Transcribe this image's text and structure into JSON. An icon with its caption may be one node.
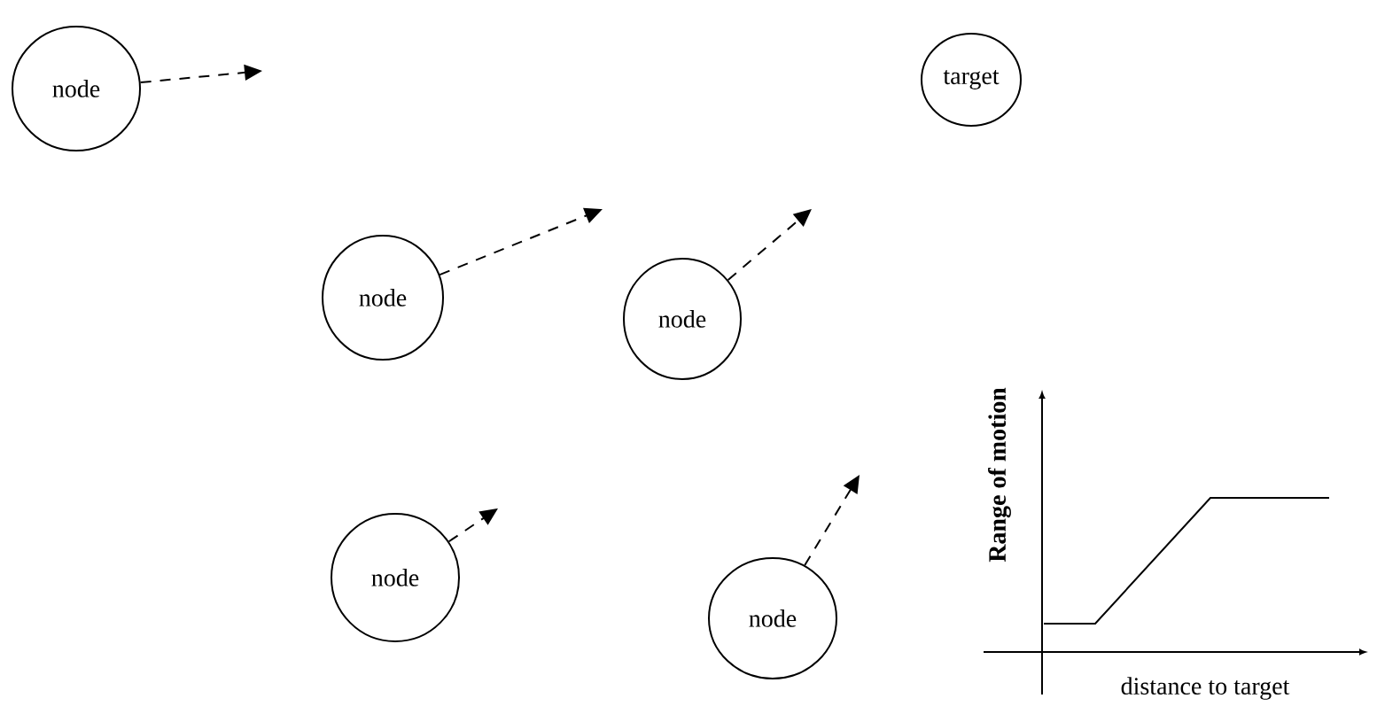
{
  "diagram": {
    "nodes": [
      {
        "text": [
          "node"
        ]
      },
      {
        "text": [
          "target"
        ]
      },
      {
        "text": [
          "node"
        ]
      },
      {
        "text": [
          "node"
        ]
      },
      {
        "text": [
          "node"
        ]
      },
      {
        "text": [
          "node"
        ]
      }
    ],
    "edges": [
      {
        "from": 0,
        "to": null,
        "arrow": "to",
        "style": "dashed"
      },
      {
        "from": 2,
        "to": null,
        "arrow": "to",
        "style": "dashed"
      },
      {
        "from": 3,
        "to": null,
        "arrow": "to",
        "style": "dashed"
      },
      {
        "from": 4,
        "to": null,
        "arrow": "to",
        "style": "dashed"
      },
      {
        "from": 5,
        "to": null,
        "arrow": "to",
        "style": "dashed"
      }
    ],
    "labels": [
      "Range of motion",
      "distance to target"
    ]
  }
}
